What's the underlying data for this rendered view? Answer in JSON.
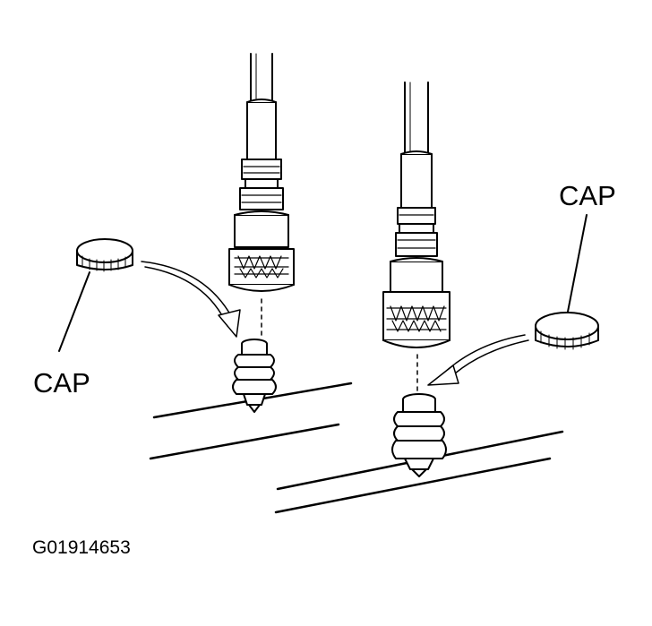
{
  "labels": {
    "cap_left": "CAP",
    "cap_right": "CAP",
    "figure_code": "G01914653"
  },
  "colors": {
    "ink": "#000000",
    "paper": "#ffffff"
  }
}
